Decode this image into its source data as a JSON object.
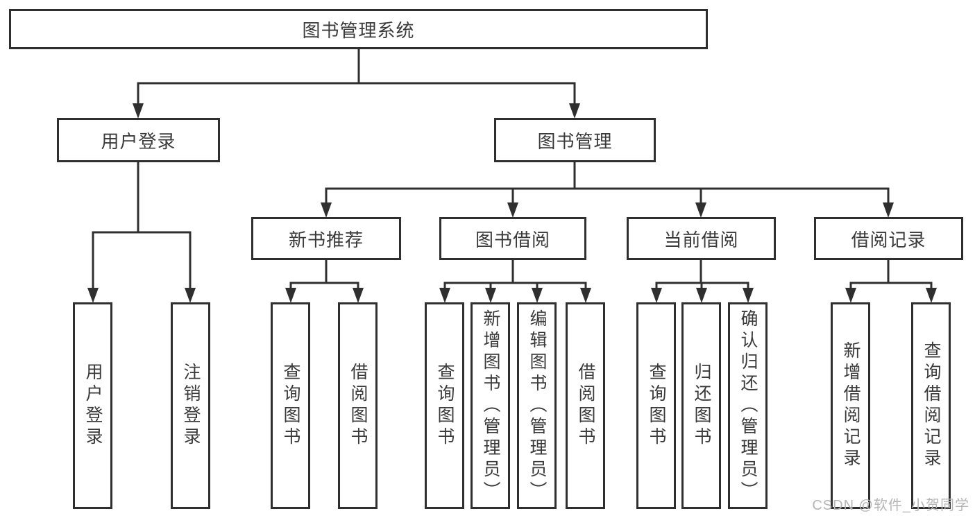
{
  "diagram": {
    "title_node": "图书管理系统",
    "root": {
      "label": "图书管理系统"
    },
    "branches": [
      {
        "label": "用户登录",
        "children": [
          {
            "label": "用户登录"
          },
          {
            "label": "注销登录"
          }
        ]
      },
      {
        "label": "图书管理",
        "children": [
          {
            "label": "新书推荐",
            "children": [
              {
                "label": "查询图书"
              },
              {
                "label": "借阅图书"
              }
            ]
          },
          {
            "label": "图书借阅",
            "children": [
              {
                "label": "查询图书"
              },
              {
                "label": "新增图书（管理员）"
              },
              {
                "label": "编辑图书（管理员）"
              },
              {
                "label": "借阅图书"
              }
            ]
          },
          {
            "label": "当前借阅",
            "children": [
              {
                "label": "查询图书"
              },
              {
                "label": "归还图书"
              },
              {
                "label": "确认归还（管理员）"
              }
            ]
          },
          {
            "label": "借阅记录",
            "children": [
              {
                "label": "新增借阅记录"
              },
              {
                "label": "查询借阅记录"
              }
            ]
          }
        ]
      }
    ]
  },
  "colors": {
    "line": "#2f2f2f",
    "text": "#3a3a3a",
    "background": "#ffffff",
    "watermark": "#b5b5b5"
  },
  "watermark": {
    "text": "CSDN @软件_小贺同学"
  }
}
